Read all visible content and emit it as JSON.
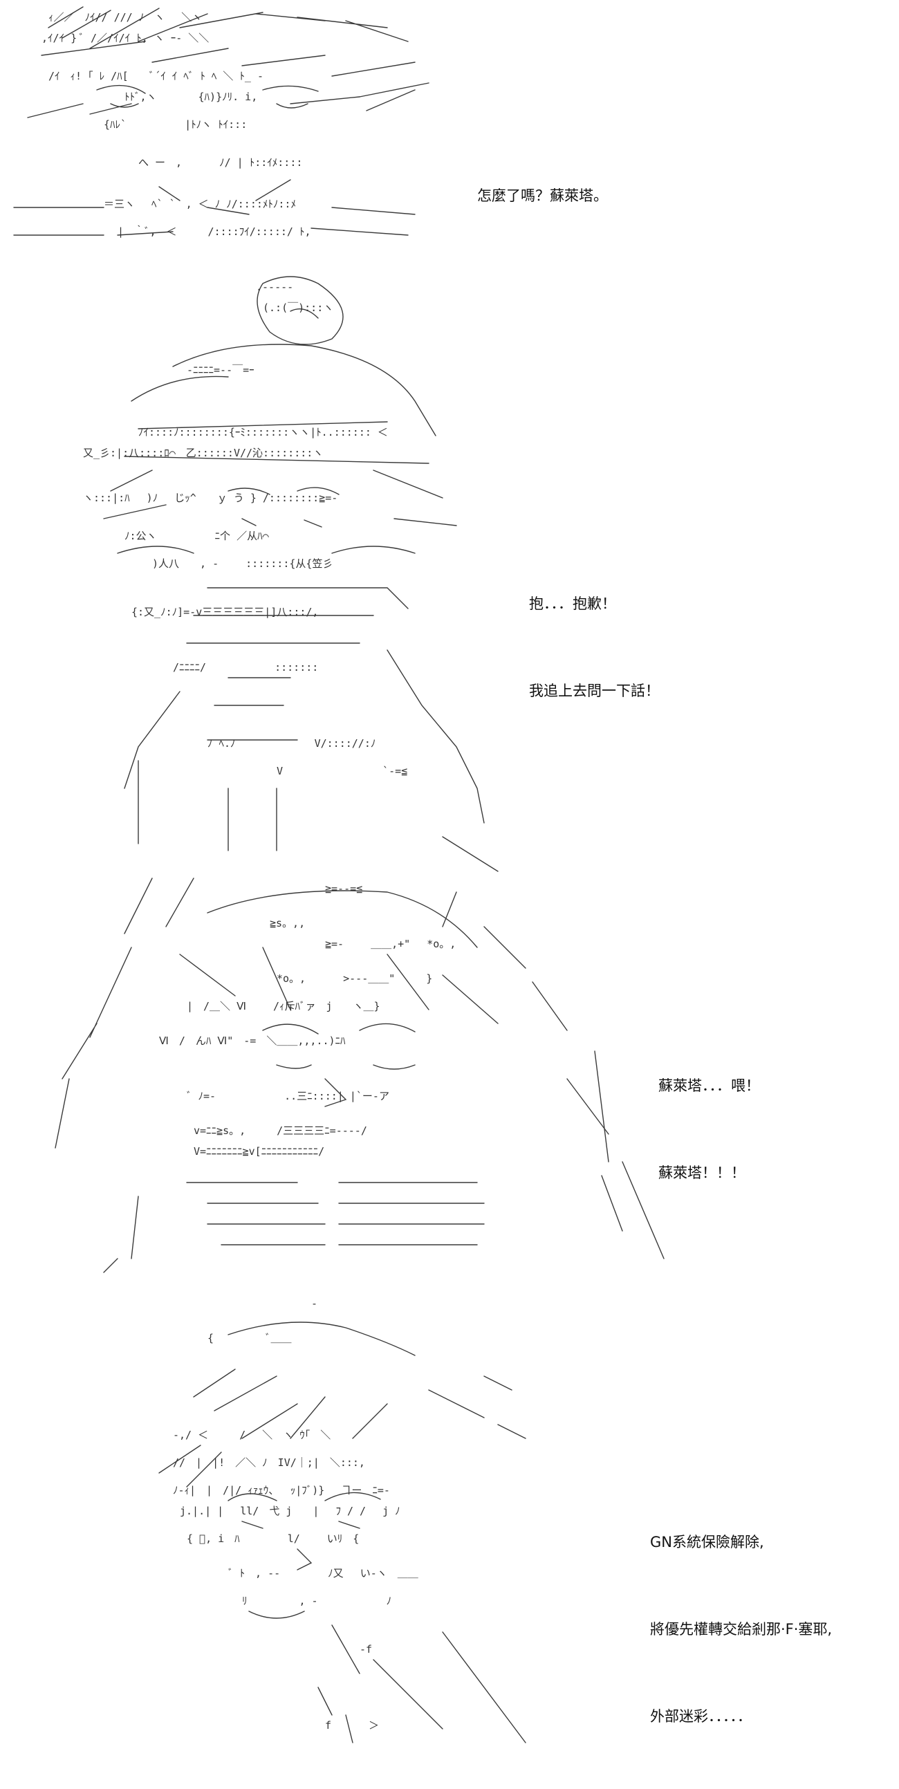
{
  "panels": [
    {
      "dialog": [
        "怎麼了嗎？蘇萊塔。"
      ]
    },
    {
      "dialog": [
        "抱．．．抱歉！",
        "我追上去問一下話！"
      ]
    },
    {
      "dialog": [
        "蘇萊塔．．．喂！",
        "蘇萊塔！！！"
      ]
    },
    {
      "dialog": [
        "GN系統保險解除,",
        "將優先權轉交給剎那·F·塞耶,",
        "外部迷彩．．．．．"
      ]
    }
  ],
  "art_icons": [
    "character-face-ascii-art",
    "character-turning-ascii-art",
    "character-surprised-ascii-art",
    "character-closeup-ascii-art"
  ]
}
